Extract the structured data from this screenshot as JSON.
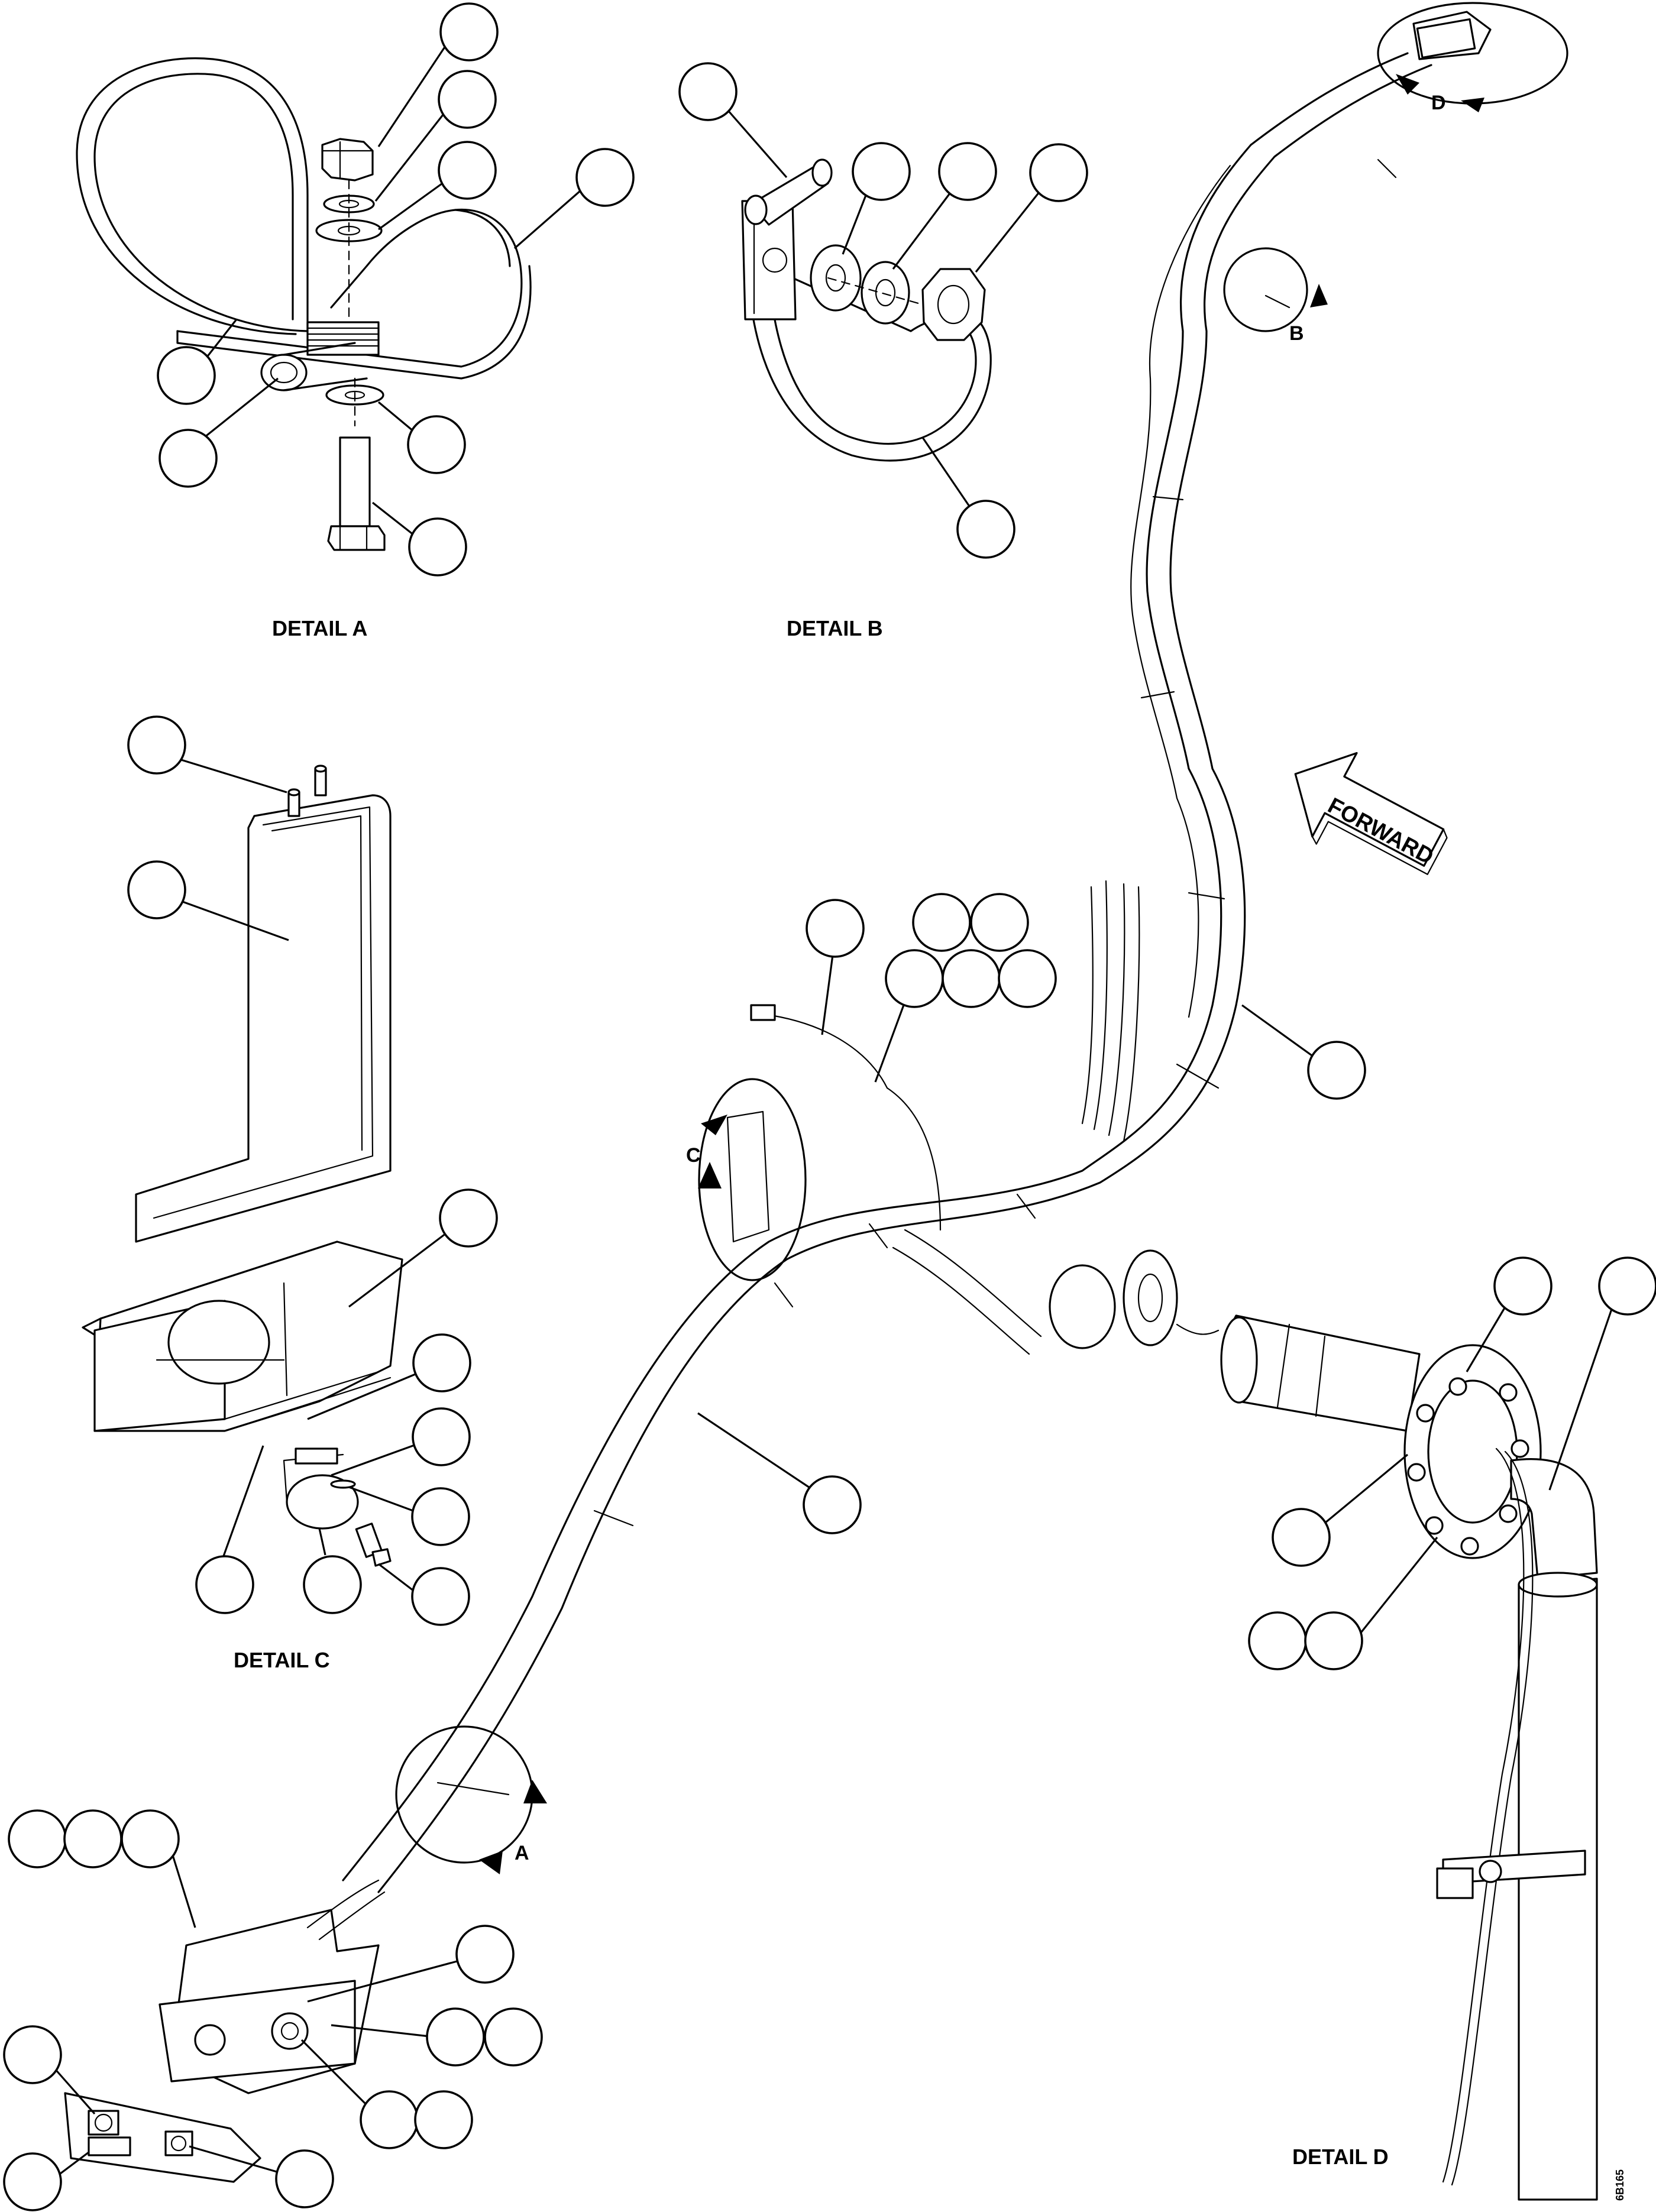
{
  "details": [
    {
      "id": "A",
      "label": "DETAIL A"
    },
    {
      "id": "B",
      "label": "DETAIL B"
    },
    {
      "id": "C",
      "label": "DETAIL C"
    },
    {
      "id": "D",
      "label": "DETAIL D"
    }
  ],
  "view_markers": {
    "A": "A",
    "B": "B",
    "C": "C",
    "D": "D"
  },
  "forward_arrow": "FORWARD",
  "figure_code": "6B165"
}
